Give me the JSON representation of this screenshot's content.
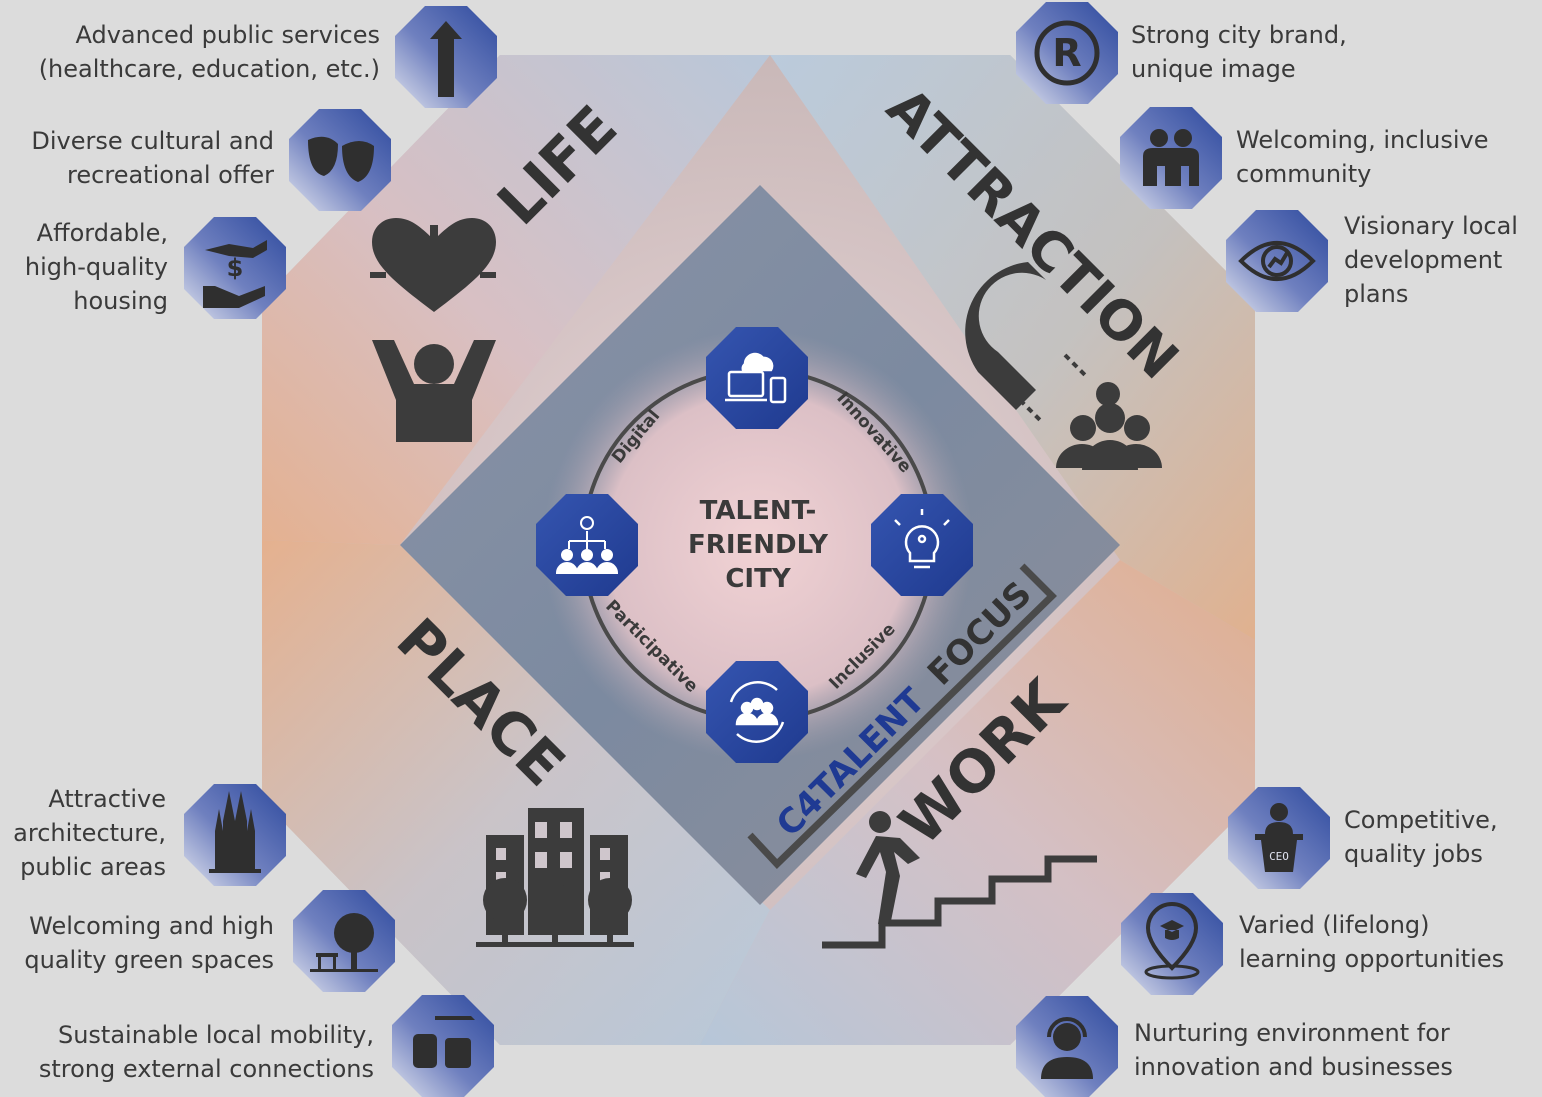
{
  "center": {
    "title_lines": [
      "TALENT-",
      "FRIENDLY",
      "CITY"
    ],
    "ring_labels": {
      "digital": "Digital",
      "innovative": "Innovative",
      "inclusive": "Inclusive",
      "participative": "Participative"
    }
  },
  "pillars": {
    "life": "LIFE",
    "attraction": "ATTRACTION",
    "place": "PLACE",
    "work": "WORK"
  },
  "focus_banner": {
    "brand": "C4TALENT",
    "word": "FOCUS"
  },
  "factors": {
    "public_services": [
      "Advanced public services",
      "(healthcare, education, etc.)"
    ],
    "culture": [
      "Diverse cultural and",
      "recreational offer"
    ],
    "housing": [
      "Affordable,",
      "high-quality",
      "housing"
    ],
    "brand": [
      "Strong city brand,",
      "unique image"
    ],
    "community": [
      "Welcoming, inclusive",
      "community"
    ],
    "development": [
      "Visionary local",
      "development",
      "plans"
    ],
    "architecture": [
      "Attractive",
      "architecture,",
      "public areas"
    ],
    "green": [
      "Welcoming and high",
      "quality green spaces"
    ],
    "mobility": [
      "Sustainable local mobility,",
      "strong external connections"
    ],
    "jobs": [
      "Competitive,",
      "quality jobs"
    ],
    "learning": [
      "Varied (lifelong)",
      "learning opportunities"
    ],
    "innovation": [
      "Nurturing environment for",
      "innovation and businesses"
    ]
  },
  "icons": {
    "public_services": "arrow-up-circuit-icon",
    "culture": "theater-masks-icon",
    "housing": "hand-money-icon",
    "brand": "registered-icon",
    "community": "people-embrace-icon",
    "development": "eye-growth-icon",
    "architecture": "cathedral-icon",
    "green": "park-tree-bench-icon",
    "mobility": "transport-icon",
    "jobs": "ceo-podium-icon",
    "learning": "education-location-icon",
    "innovation": "headset-person-icon",
    "center_top": "cloud-devices-icon",
    "center_left": "hierarchy-people-icon",
    "center_right": "lightbulb-circuit-icon",
    "center_bottom": "people-cycle-icon"
  },
  "colors": {
    "icon_blue": "#2f4fa3",
    "text_dark": "#3a3a3a",
    "brand_blue": "#1f3a93",
    "background": "#dcdcdc"
  }
}
